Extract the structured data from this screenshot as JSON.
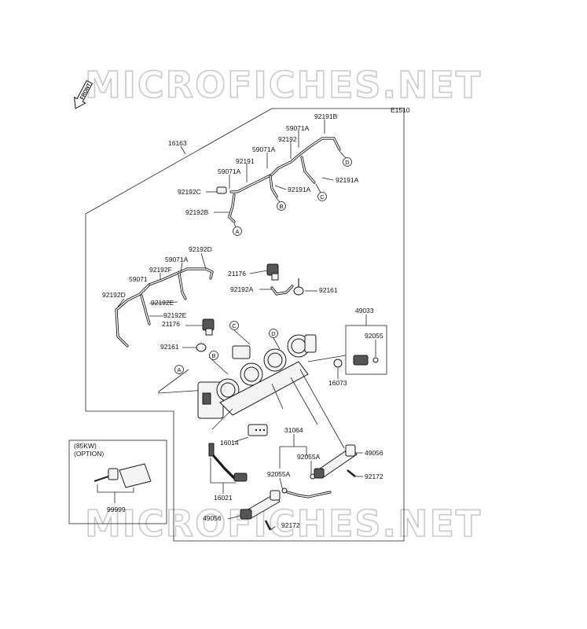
{
  "watermark": {
    "text_top": "MICROFICHES.NET",
    "text_bottom": "MICROFICHES.NET"
  },
  "diagram_code": "E1510",
  "front_arrow": "FRONT",
  "option_box": {
    "line1": "(85KW)",
    "line2": "(OPTION)"
  },
  "parts": {
    "p16163": "16163",
    "p92191B": "92191B",
    "p59071A_1": "59071A",
    "p92192": "92192",
    "p59071A_2": "59071A",
    "p92191": "92191",
    "p59071A_3": "59071A",
    "p92192C": "92192C",
    "p92191A_1": "92191A",
    "p92191A_2": "92191A",
    "p92192B": "92192B",
    "p92192D_top": "92192D",
    "p59071A_4": "59071A",
    "p92192F": "92192F",
    "p59071": "59071",
    "p92192D_left": "92192D",
    "p92192E_1": "92192E",
    "p92192E_2": "92192E",
    "p21176_1": "21176",
    "p21176_2": "21176",
    "p92192A": "92192A",
    "p92161_1": "92161",
    "p92161_2": "92161",
    "p49033": "49033",
    "p92055": "92055",
    "p16073": "16073",
    "p16014": "16014",
    "p31064": "31064",
    "p92055A_1": "92055A",
    "p92055A_2": "92055A",
    "p49056_1": "49056",
    "p49056_2": "49056",
    "p92172_1": "92172",
    "p92172_2": "92172",
    "p16021": "16021",
    "p99999": "99999"
  },
  "callouts": {
    "A": "A",
    "B": "B",
    "C": "C",
    "D": "D"
  }
}
